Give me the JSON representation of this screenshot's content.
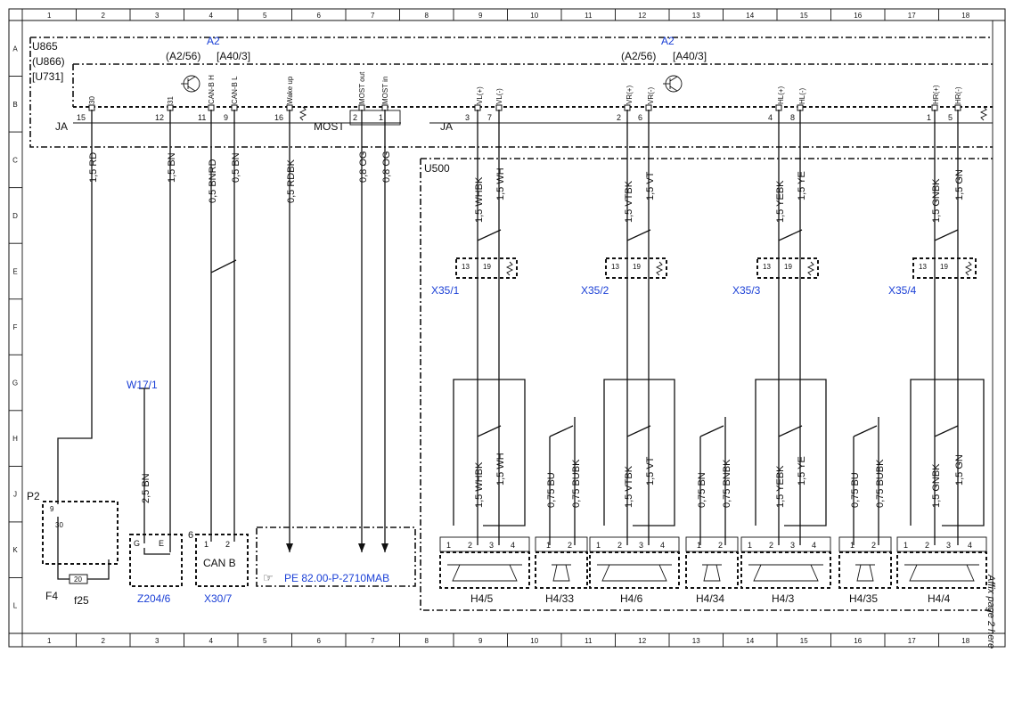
{
  "grid": {
    "columns": [
      "1",
      "2",
      "3",
      "4",
      "5",
      "6",
      "7",
      "8",
      "9",
      "10",
      "11",
      "12",
      "13",
      "14",
      "15",
      "16",
      "17",
      "18"
    ],
    "rows": [
      "A",
      "B",
      "C",
      "D",
      "E",
      "F",
      "G",
      "H",
      "J",
      "K",
      "L"
    ]
  },
  "modules": {
    "u865": "U865",
    "u866": "(U866)",
    "u731": "[U731]",
    "a2_left": "A2",
    "a2_right": "A2",
    "a2_sub_left": "(A2/56)",
    "a40_left": "[A40/3]",
    "a2_sub_right": "(A2/56)",
    "a40_right": "[A40/3]",
    "ja_left": "JA",
    "ja_right": "JA",
    "most": "MOST",
    "u500": "U500",
    "p2": "P2",
    "f4": "F4",
    "f25": "f25",
    "fuse_20": "20",
    "pin_9": "9",
    "pin_30": "30",
    "can_b": "CAN B",
    "conn_6": "6",
    "pin_G": "G",
    "pin_E": "E",
    "reference": "PE 82.00-P-2710MAB"
  },
  "signals": {
    "s30": "30",
    "s31": "31",
    "canbh": "CAN-B H",
    "canbl": "CAN-B L",
    "wakeup": "Wake up",
    "most_out": "MOST out",
    "most_in": "MOST in",
    "vl_p": "VL(+)",
    "vl_m": "VL(-)",
    "vr_p": "VR(+)",
    "vr_m": "VR(-)",
    "hl_p": "HL(+)",
    "hl_m": "HL(-)",
    "hr_p": "HR(+)",
    "hr_m": "HR(-)"
  },
  "pins": {
    "p15": "15",
    "p12": "12",
    "p11": "11",
    "p9": "9",
    "p16": "16",
    "p2": "2",
    "p1": "1",
    "p3": "3",
    "p7": "7",
    "pr2": "2",
    "p6": "6",
    "p4": "4",
    "p8": "8",
    "pr1": "1",
    "p5": "5"
  },
  "wires": {
    "rd": "1,5 RD",
    "bn": "1,5 BN",
    "bnrd": "0,5 BNRD",
    "bn05": "0,5 BN",
    "rdbk": "0,5 RDBK",
    "og1": "0,8 OG",
    "og2": "0,8 OG",
    "w_bn25": "2,5 BN",
    "whbk": "1,5 WHBK",
    "wh": "1,5 WH",
    "vtbk": "1,5 VTBK",
    "vt": "1,5 VT",
    "yebk": "1,5 YEBK",
    "ye": "1,5 YE",
    "gnbk": "1,5 GNBK",
    "gn": "1,5 GN",
    "bu075": "0,75 BU",
    "bubk075": "0,75 BUBK",
    "bn075": "0,75 BN",
    "bnbk075": "0,75 BNBK"
  },
  "connectors": {
    "x35_1": "X35/1",
    "x35_2": "X35/2",
    "x35_3": "X35/3",
    "x35_4": "X35/4",
    "w17_1": "W17/1",
    "z204_6": "Z204/6",
    "x30_7": "X30/7",
    "pin13": "13",
    "pin19": "19"
  },
  "speakers": {
    "h4_5": "H4/5",
    "h4_33": "H4/33",
    "h4_6": "H4/6",
    "h4_34": "H4/34",
    "h4_3": "H4/3",
    "h4_35": "H4/35",
    "h4_4": "H4/4",
    "n1": "1",
    "n2": "2",
    "n3": "3",
    "n4": "4",
    "plus": "+",
    "minus": "-"
  },
  "margin_note": "Affix page 2 here"
}
